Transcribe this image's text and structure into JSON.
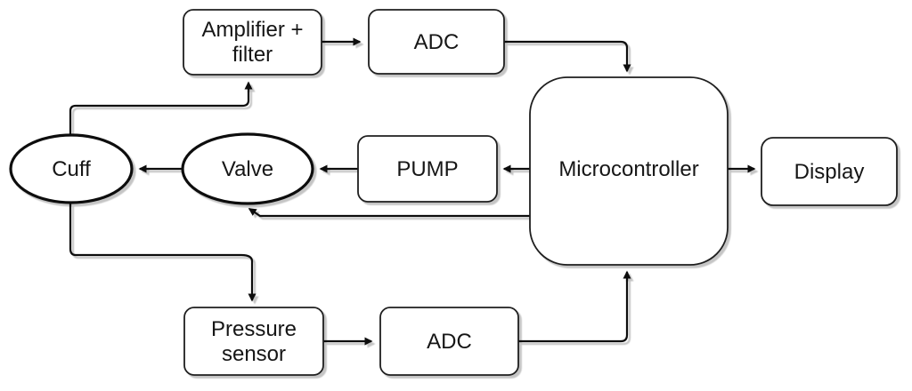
{
  "diagram": {
    "description": "Block diagram of an automatic blood pressure monitor",
    "background_color": "#ffffff",
    "line_color": "#0d0d0d",
    "node_fill_color": "#ffffff",
    "shadow_color": "#969696",
    "nodes": {
      "amplifier_filter": {
        "shape": "rounded-rect",
        "lines": [
          "Amplifier +",
          "filter"
        ]
      },
      "adc_top": {
        "shape": "rounded-rect",
        "label": "ADC"
      },
      "cuff": {
        "shape": "ellipse",
        "label": "Cuff"
      },
      "valve": {
        "shape": "ellipse",
        "label": "Valve"
      },
      "pump": {
        "shape": "rounded-rect",
        "label": "PUMP"
      },
      "microcontroller": {
        "shape": "rounded-rect",
        "label": "Microcontroller"
      },
      "display": {
        "shape": "rounded-rect",
        "label": "Display"
      },
      "pressure_sensor": {
        "shape": "rounded-rect",
        "lines": [
          "Pressure",
          "sensor"
        ]
      },
      "adc_bottom": {
        "shape": "rounded-rect",
        "label": "ADC"
      }
    },
    "edges": [
      {
        "from": "cuff",
        "to": "amplifier_filter",
        "style": "elbow-up-right-up"
      },
      {
        "from": "amplifier_filter",
        "to": "adc_top",
        "style": "straight-right"
      },
      {
        "from": "adc_top",
        "to": "microcontroller",
        "style": "elbow-right-down"
      },
      {
        "from": "microcontroller",
        "to": "pump",
        "style": "straight-left"
      },
      {
        "from": "pump",
        "to": "valve",
        "style": "straight-left"
      },
      {
        "from": "valve",
        "to": "cuff",
        "style": "straight-left"
      },
      {
        "from": "microcontroller",
        "to": "valve",
        "style": "elbow-left-up"
      },
      {
        "from": "cuff",
        "to": "pressure_sensor",
        "style": "elbow-down-right-down"
      },
      {
        "from": "pressure_sensor",
        "to": "adc_bottom",
        "style": "straight-right"
      },
      {
        "from": "adc_bottom",
        "to": "microcontroller",
        "style": "elbow-right-up"
      },
      {
        "from": "microcontroller",
        "to": "display",
        "style": "straight-right"
      }
    ]
  }
}
